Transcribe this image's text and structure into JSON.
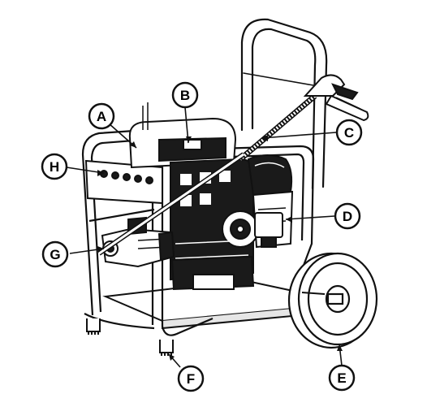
{
  "callouts": [
    {
      "id": "A",
      "letter": "A"
    },
    {
      "id": "B",
      "letter": "B"
    },
    {
      "id": "C",
      "letter": "C"
    },
    {
      "id": "D",
      "letter": "D"
    },
    {
      "id": "E",
      "letter": "E"
    },
    {
      "id": "F",
      "letter": "F"
    },
    {
      "id": "G",
      "letter": "G"
    },
    {
      "id": "H",
      "letter": "H"
    }
  ],
  "colors": {
    "line": "#111111",
    "fill": "#ffffff",
    "dark": "#1a1a1a",
    "shade": "#d9d9d9"
  }
}
